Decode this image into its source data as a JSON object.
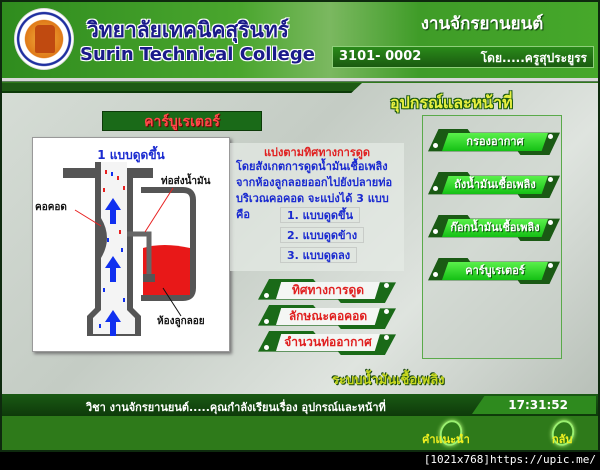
{
  "header": {
    "college_name_th": "วิทยาลัยเทคนิคสุรินทร์",
    "college_name_en": "Surin Technical College",
    "department": "งานจักรยานยนต์",
    "course_code": "3101- 0002",
    "teacher": "โดย.....ครูสุประยูรร"
  },
  "main": {
    "section_title": "อุปกรณ์และหน้าที่",
    "banner": "คาร์บูเรเตอร์",
    "diagram": {
      "title": "1 แบบดูดขึ้น",
      "labels": {
        "fuel_pipe": "ท่อส่งน้ำมัน",
        "venturi": "คอคอด",
        "float_chamber": "ห้องลูกลอย"
      }
    },
    "text_panel": {
      "heading": "แบ่งตามทิศทางการดูด",
      "lines": [
        "โดยสังเกตการดูดน้ำมันเชื้อเพลิง",
        "จากห้องลูกลอยออกไปยังปลายท่อ",
        "บริเวณคอคอด  จะแบ่งได้ 3 แบบ",
        "คือ"
      ],
      "options": [
        "1. แบบดูดขึ้น",
        "2. แบบดูดข้าง",
        "3. แบบดูดลง"
      ]
    },
    "topic_buttons": [
      "ทิศทางการดูด",
      "ลักษณะคอคอด",
      "จำนวนท่ออากาศ"
    ],
    "equipment_buttons": [
      "กรองอากาศ",
      "ถังน้ำมันเชื้อเพลิง",
      "ก๊อกน้ำมันเชื้อเพลิง",
      "คาร์บูเรเตอร์"
    ],
    "system_title": "ระบบน้ำมันเชื้อเพลิง"
  },
  "status": {
    "text": "วิชา งานจักรยานยนต์.....คุณกำลังเรียนเรื่อง อุปกรณ์และหน้าที่",
    "clock": "17:31:52"
  },
  "nav": {
    "help": "คำแนะนำ",
    "back": "กลับ"
  },
  "watermark": "[1021x768]https://upic.me/",
  "colors": {
    "brand_green": "#2e7a1a",
    "button_green": "#14c014",
    "heading_red": "#e02020",
    "text_blue": "#1a2ad0",
    "title_yellow": "#e8f040"
  }
}
